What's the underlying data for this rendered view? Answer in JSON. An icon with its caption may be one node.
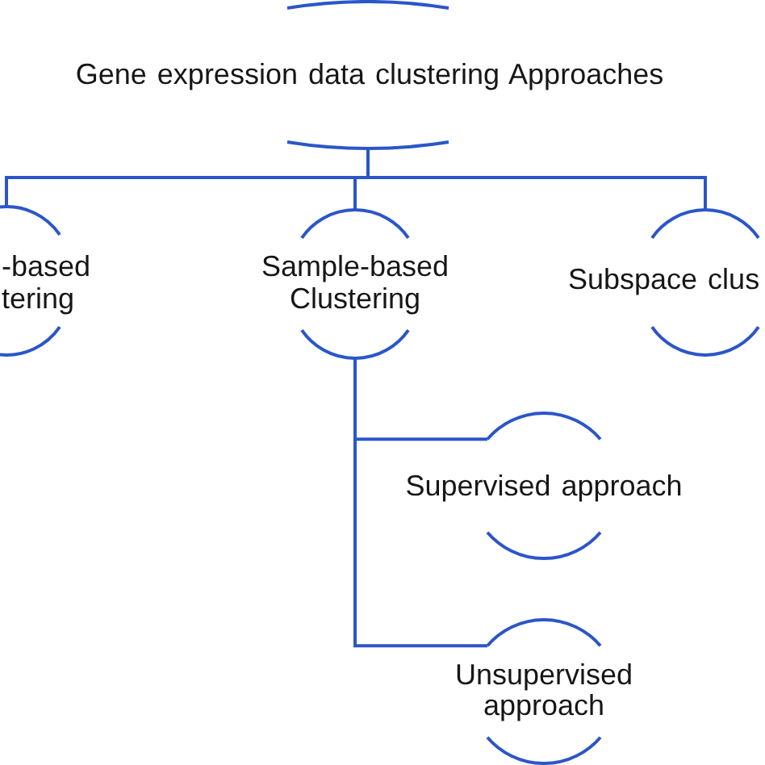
{
  "diagram": {
    "nodes": [
      {
        "text": [
          "Gene expression data clustering Approaches"
        ]
      },
      {
        "text": [
          "-based tering"
        ]
      },
      {
        "text": [
          "Sample-based Clustering"
        ]
      },
      {
        "text": [
          "Subspace clus"
        ]
      },
      {
        "text": [
          "Supervised approach"
        ]
      },
      {
        "text": [
          "Unsupervised approach"
        ]
      }
    ],
    "edges": [
      {
        "from": 0,
        "to": 1,
        "arrow": "none"
      },
      {
        "from": 0,
        "to": 2,
        "arrow": "none"
      },
      {
        "from": 0,
        "to": 3,
        "arrow": "none"
      },
      {
        "from": 2,
        "to": 4,
        "arrow": "none"
      },
      {
        "from": 2,
        "to": 5,
        "arrow": "none"
      }
    ]
  }
}
